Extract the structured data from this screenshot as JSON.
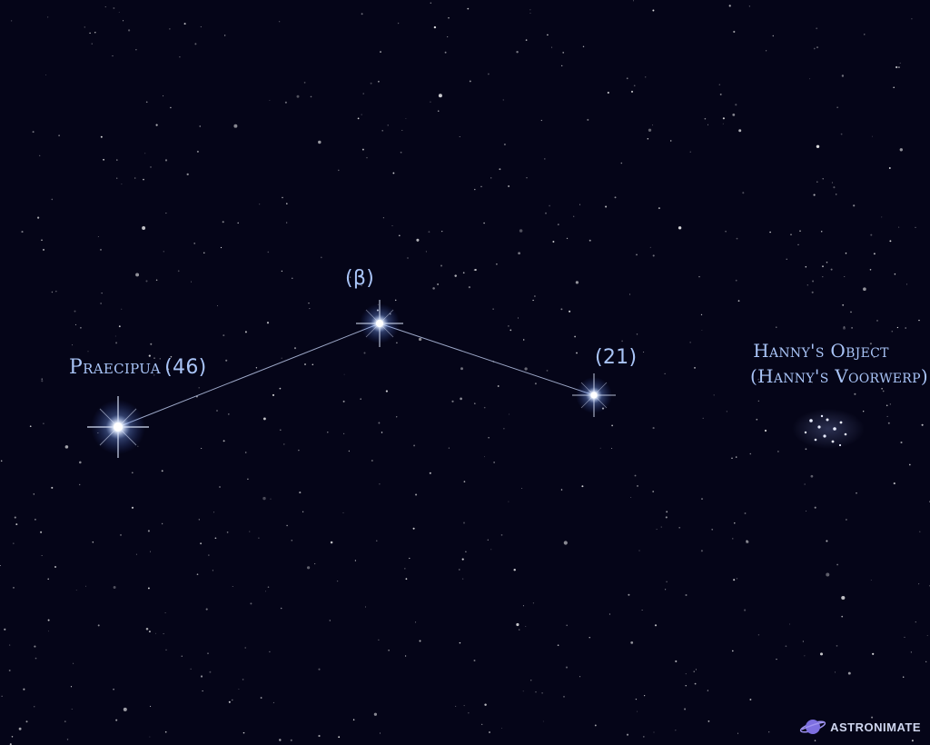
{
  "stars": [
    {
      "id": "praecipua",
      "name": "Praecipua",
      "designation": "(46)"
    },
    {
      "id": "beta",
      "name": "",
      "designation": "(β)"
    },
    {
      "id": "s21",
      "name": "",
      "designation": "(21)"
    }
  ],
  "deep_sky_object": {
    "name": "Hanny's Object",
    "alt_name": "(Hanny's Voorwerp)"
  },
  "brand": {
    "text": "ASTRONIMATE",
    "icon": "planet-icon"
  },
  "colors": {
    "background": "#050518",
    "label": "#a9c4f7",
    "constellation_line": "#b8c6e8",
    "brand_icon": "#7d6fe0"
  }
}
